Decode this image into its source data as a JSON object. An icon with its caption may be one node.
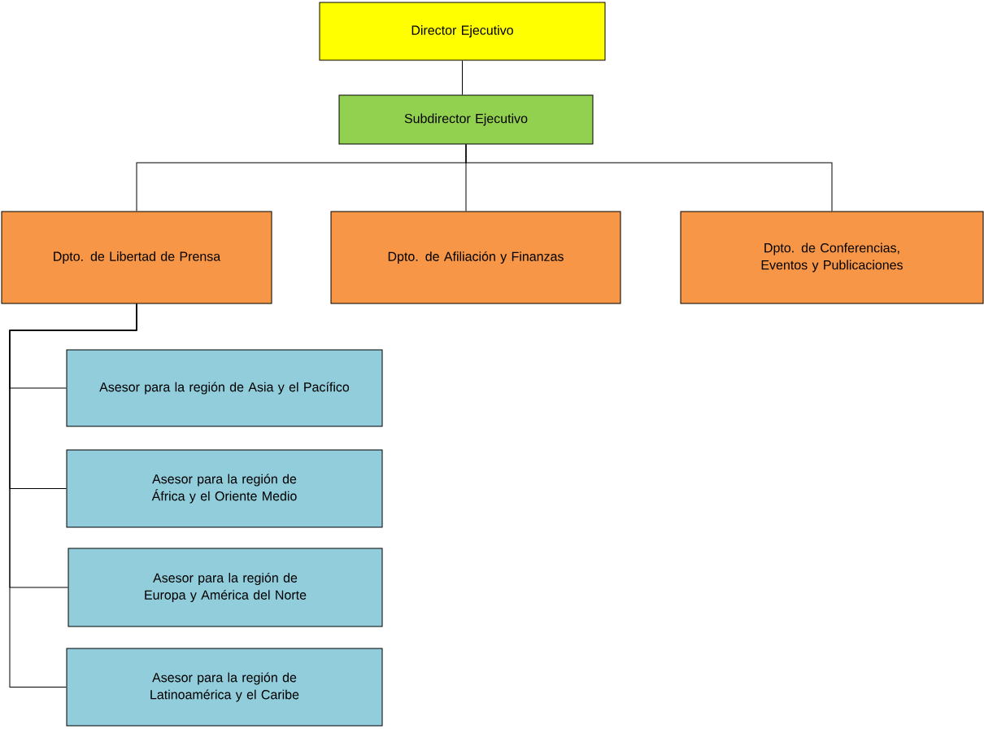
{
  "diagram": {
    "nodes": [
      {
        "text": [
          "Director Ejecutivo"
        ]
      },
      {
        "text": [
          "Subdirector Ejecutivo"
        ]
      },
      {
        "text": [
          "Dpto. de Libertad de Prensa"
        ]
      },
      {
        "text": [
          "Dpto. de Afiliación y Finanzas"
        ]
      },
      {
        "text": [
          "Dpto. de Conferencias, Eventos y Publicaciones"
        ]
      },
      {
        "text": [
          "Asesor para la región de Asia y el Pacífico"
        ]
      },
      {
        "text": [
          "Asesor para la región de África y el Oriente Medio"
        ]
      },
      {
        "text": [
          "Asesor para la región de Europa y América del Norte"
        ]
      },
      {
        "text": [
          "Asesor para la región de Latinoamérica y el Caribe"
        ]
      }
    ],
    "edges": [
      {
        "from": 0,
        "to": 1,
        "arrow": "none"
      },
      {
        "from": 1,
        "to": 2,
        "arrow": "none"
      },
      {
        "from": 1,
        "to": 3,
        "arrow": "none"
      },
      {
        "from": 1,
        "to": 4,
        "arrow": "none"
      },
      {
        "from": 2,
        "to": 5,
        "arrow": "none"
      },
      {
        "from": 2,
        "to": 6,
        "arrow": "none"
      },
      {
        "from": 2,
        "to": 7,
        "arrow": "none"
      },
      {
        "from": 2,
        "to": 8,
        "arrow": "none"
      }
    ]
  }
}
